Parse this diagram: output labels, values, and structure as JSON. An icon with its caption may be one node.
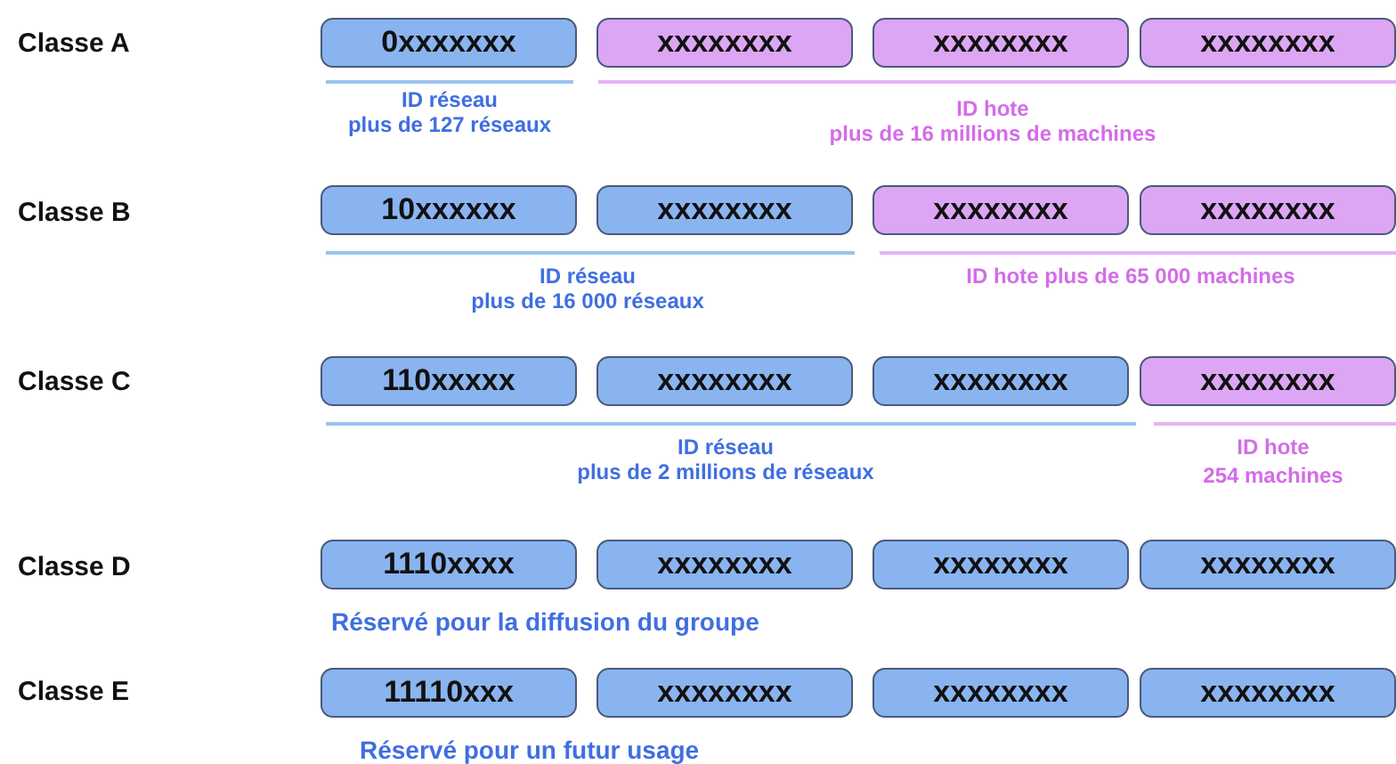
{
  "diagram": {
    "nodes": [
      {
        "text": [
          "0xxxxxxx"
        ]
      },
      {
        "text": [
          "xxxxxxxx"
        ]
      },
      {
        "text": [
          "xxxxxxxx"
        ]
      },
      {
        "text": [
          "xxxxxxxx"
        ]
      },
      {
        "text": [
          "10xxxxxx"
        ]
      },
      {
        "text": [
          "xxxxxxxx"
        ]
      },
      {
        "text": [
          "xxxxxxxx"
        ]
      },
      {
        "text": [
          "xxxxxxxx"
        ]
      },
      {
        "text": [
          "110xxxxx"
        ]
      },
      {
        "text": [
          "xxxxxxxx"
        ]
      },
      {
        "text": [
          "xxxxxxxx"
        ]
      },
      {
        "text": [
          "xxxxxxxx"
        ]
      },
      {
        "text": [
          "1110xxxx"
        ]
      },
      {
        "text": [
          "xxxxxxxx"
        ]
      },
      {
        "text": [
          "xxxxxxxx"
        ]
      },
      {
        "text": [
          "xxxxxxxx"
        ]
      },
      {
        "text": [
          "11110xxx"
        ]
      },
      {
        "text": [
          "xxxxxxxx"
        ]
      },
      {
        "text": [
          "xxxxxxxx"
        ]
      },
      {
        "text": [
          "xxxxxxxx"
        ]
      }
    ],
    "labels": [
      "Classe A",
      "ID réseau",
      "plus de 127 réseaux",
      "ID hote",
      "plus de 16 millions de machines",
      "Classe B",
      "ID réseau",
      "plus de 16 000 réseaux",
      "ID hote plus de 65 000 machines",
      "Classe C",
      "ID réseau",
      "plus de 2 millions de réseaux",
      "ID hote",
      "254 machines",
      "Classe D",
      "Réservé pour la diffusion du groupe",
      "Classe E",
      "Réservé pour un futur usage"
    ]
  }
}
